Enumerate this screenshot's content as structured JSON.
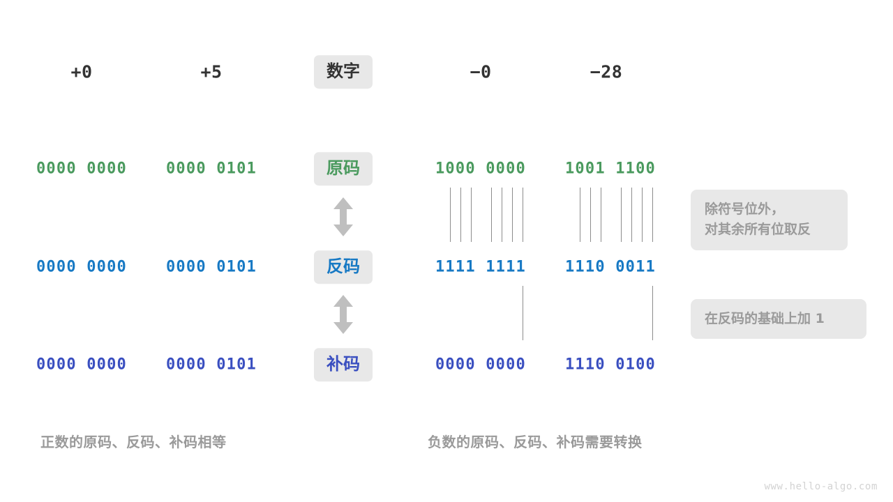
{
  "page": {
    "background": "#ffffff",
    "watermark": "www.hello-algo.com"
  },
  "colors": {
    "sign_magnitude": "#4a9a5e",
    "ones_complement": "#1779c4",
    "twos_complement": "#3a4fc0",
    "pill_bg": "#e8e8e8",
    "note_text": "#9a9a9a",
    "header_text": "#333333",
    "connector": "#8c8c8c"
  },
  "header": {
    "row_label": "数字",
    "columns": [
      {
        "name": "pos-zero",
        "label": "+0"
      },
      {
        "name": "pos-five",
        "label": "+5"
      },
      {
        "name": "neg-zero",
        "label": "−0"
      },
      {
        "name": "neg-28",
        "label": "−28"
      }
    ]
  },
  "rows": [
    {
      "key": "sign-magnitude",
      "label": "原码",
      "color": "#4a9a5e",
      "values": {
        "pos_zero": "0000 0000",
        "pos_five": "0000 0101",
        "neg_zero": "1000 0000",
        "neg_28": "1001 1100"
      }
    },
    {
      "key": "ones-complement",
      "label": "反码",
      "color": "#1779c4",
      "values": {
        "pos_zero": "0000 0000",
        "pos_five": "0000 0101",
        "neg_zero": "1111 1111",
        "neg_28": "1110 0011"
      }
    },
    {
      "key": "twos-complement",
      "label": "补码",
      "color": "#3a4fc0",
      "values": {
        "pos_zero": "0000 0000",
        "pos_five": "0000 0101",
        "neg_zero": "0000 0000",
        "neg_28": "1110 0100"
      }
    }
  ],
  "notes": [
    {
      "name": "invert-bits-note",
      "text": "除符号位外，\n对其余所有位取反"
    },
    {
      "name": "add-one-note",
      "text": "在反码的基础上加 1"
    }
  ],
  "captions": {
    "left": "正数的原码、反码、补码相等",
    "right": "负数的原码、反码、补码需要转换"
  },
  "arrows": {
    "icon": "double-vertical-arrow",
    "color": "#bfbfbf",
    "count": 2
  }
}
